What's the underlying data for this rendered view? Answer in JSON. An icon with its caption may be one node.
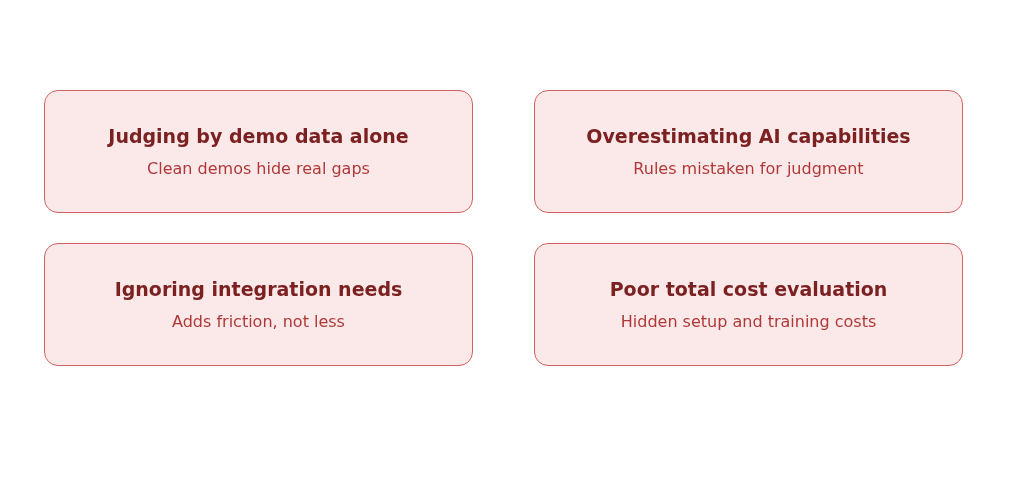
{
  "diagram": {
    "nodes": [
      {
        "text": [
          "Judging by demo data alone",
          "Clean demos hide real gaps"
        ]
      },
      {
        "text": [
          "Overestimating AI capabilities",
          "Rules mistaken for judgment"
        ]
      },
      {
        "text": [
          "Ignoring integration needs",
          "Adds friction, not less"
        ]
      },
      {
        "text": [
          "Poor total cost evaluation",
          "Hidden setup and training costs"
        ]
      }
    ]
  }
}
